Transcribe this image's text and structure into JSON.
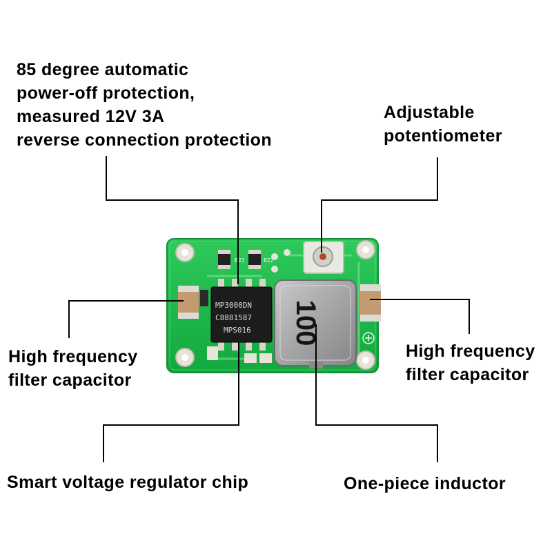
{
  "callouts": {
    "protection": {
      "lines": [
        "85 degree automatic",
        "power-off protection,",
        "measured 12V 3A",
        "reverse connection protection"
      ]
    },
    "potentiometer": {
      "lines": [
        "Adjustable",
        "potentiometer"
      ]
    },
    "left_capacitor": {
      "lines": [
        "High frequency",
        "filter capacitor"
      ]
    },
    "right_capacitor": {
      "lines": [
        "High frequency",
        "filter capacitor"
      ]
    },
    "regulator_chip": {
      "text": "Smart voltage regulator chip"
    },
    "inductor": {
      "text": "One-piece inductor"
    }
  },
  "board": {
    "chip_marking": [
      "MP3000DN",
      "C8881587",
      "MPS016"
    ],
    "inductor_marking": "100",
    "resistor_marking": "B22",
    "colors": {
      "pcb": "#17b84a",
      "pcb_light": "#3fd16b",
      "trace": "#8fe39a",
      "pad": "#e6e4d8",
      "chip": "#1c1c1c",
      "inductor": "#a9a9ab",
      "capacitor": "#c49a72",
      "leader_line": "#000000"
    }
  }
}
